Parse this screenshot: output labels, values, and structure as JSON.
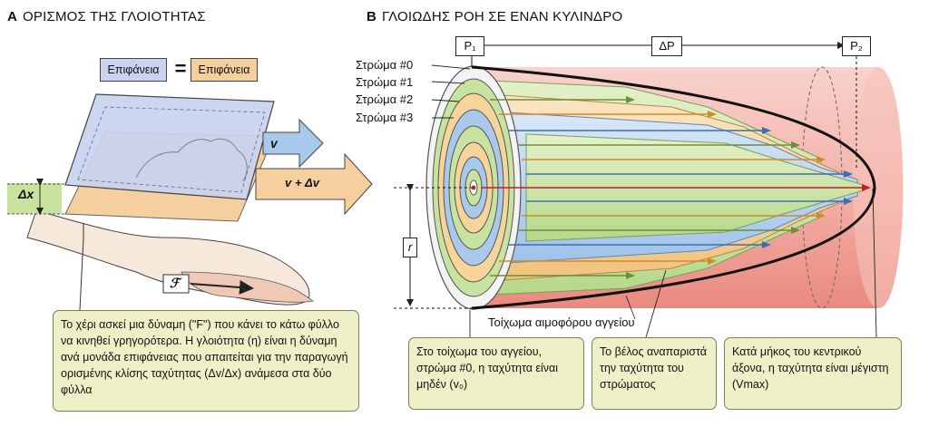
{
  "panelA": {
    "letter": "A",
    "title": "ΟΡΙΣΜΟΣ ΤΗΣ ΓΛΟΙΟΤΗΤΑΣ",
    "surface_left": "Επιφάνεια",
    "equals": "=",
    "surface_right": "Επιφάνεια",
    "v_label": "v",
    "v_dv_label": "v + Δv",
    "dx_label": "Δx",
    "force_label": "ℱ",
    "caption": "Το χέρι ασκεί μια δύναμη (\"F\") που κάνει το κάτω φύλλο να κινηθεί γρηγορότερα. Η γλοιότητα (η) είναι η δύναμη ανά μονάδα επιφάνειας που απαιτείται για την παραγωγή ορισμένης κλίσης ταχύτητας (Δv/Δx) ανάμεσα στα δύο φύλλα"
  },
  "panelB": {
    "letter": "B",
    "title": "ΓΛΟΙΩΔΗΣ ΡΟΗ ΣΕ ΕΝΑΝ ΚΥΛΙΝΔΡΟ",
    "p1": "P₁",
    "dp": "ΔP",
    "p2": "P₂",
    "layers": [
      "Στρώμα #0",
      "Στρώμα #1",
      "Στρώμα #2",
      "Στρώμα #3"
    ],
    "r_label": "r",
    "wall_label": "Τοίχωμα αιμοφόρου αγγείου",
    "caption1": "Στο τοίχωμα του αγγείου, στρώμα #0, η ταχύτητα είναι μηδέν (v₀)",
    "caption2": "Το βέλος αναπαριστά την ταχύτητα του στρώματος",
    "caption3": "Κατά μήκος του κεντρικού άξονα, η ταχύτητα είναι μέγιστη (Vmax)"
  },
  "colors": {
    "caption_bg": "#eef0c8",
    "blue_sheet": "#c9d3ef",
    "orange_sheet": "#f6cf9e",
    "vessel_wall": "#f2a9a0",
    "green_layer": "#c8e3a0",
    "orange_layer": "#f7d49a",
    "blue_layer": "#a9c9ec"
  }
}
